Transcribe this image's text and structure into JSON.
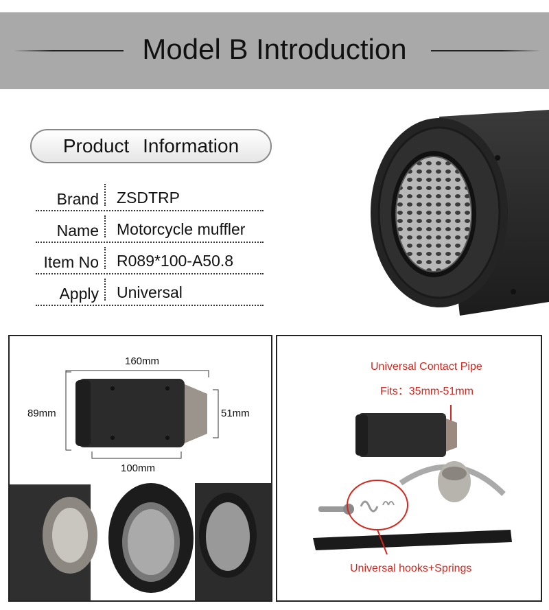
{
  "header": {
    "title": "Model B Introduction"
  },
  "product_info": {
    "heading": "Product   Information",
    "rows": [
      {
        "label": "Brand",
        "value": "ZSDTRP"
      },
      {
        "label": "Name",
        "value": "Motorcycle muffler"
      },
      {
        "label": "Item No",
        "value": "R089*100-A50.8"
      },
      {
        "label": "Apply",
        "value": "Universal"
      }
    ]
  },
  "dimensions": {
    "length": "160mm",
    "height": "89mm",
    "outlet": "51mm",
    "body": "100mm"
  },
  "accessories": {
    "pipe_title": "Universal Contact Pipe",
    "pipe_fits": "Fits：35mm-51mm",
    "hooks_label": "Universal hooks+Springs"
  },
  "colors": {
    "banner": "#a9a9a9",
    "accent_red": "#d4261d",
    "carbon": "#2a2a2a"
  }
}
